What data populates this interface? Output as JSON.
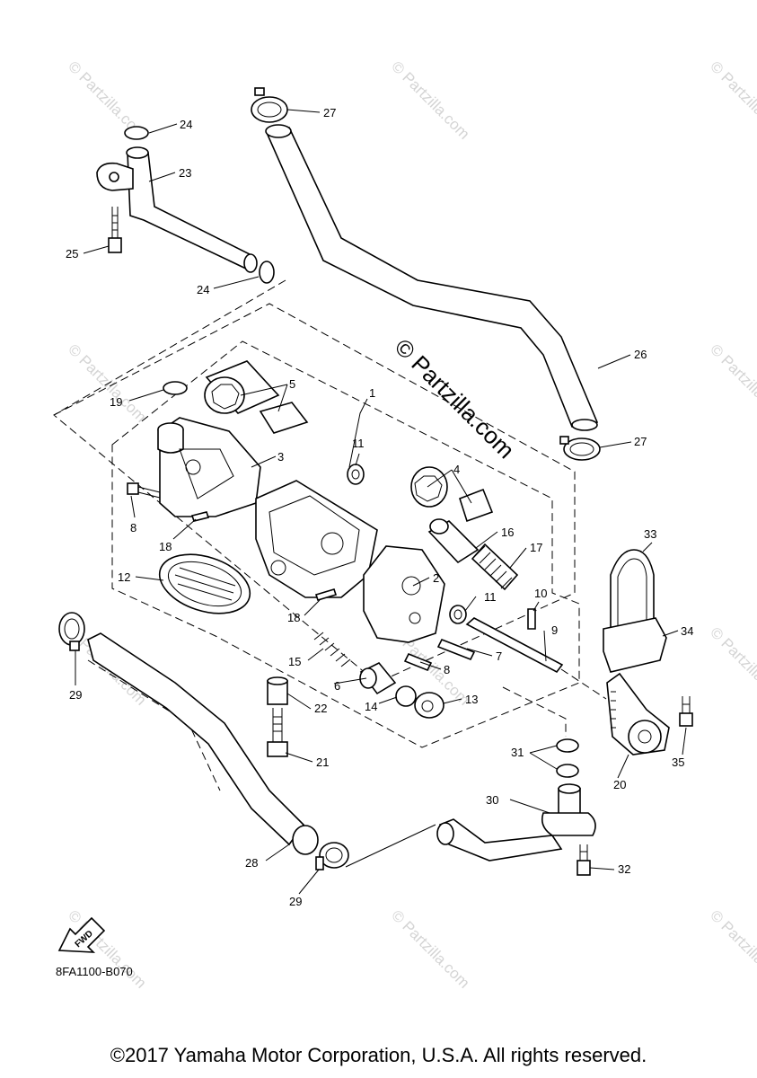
{
  "diagram": {
    "watermark": "© Partzilla.com",
    "center_watermark": "© Partzilla.com",
    "fwd_label": "FWD",
    "code": "8FA1100-B070",
    "copyright": "©2017 Yamaha Motor Corporation, U.S.A. All rights reserved.",
    "callouts": [
      "1",
      "2",
      "3",
      "4",
      "5",
      "6",
      "7",
      "8",
      "8",
      "9",
      "10",
      "11",
      "11",
      "12",
      "13",
      "14",
      "15",
      "16",
      "17",
      "18",
      "18",
      "19",
      "20",
      "21",
      "22",
      "23",
      "24",
      "24",
      "25",
      "26",
      "27",
      "27",
      "28",
      "29",
      "29",
      "30",
      "31",
      "32",
      "33",
      "34",
      "35"
    ]
  }
}
